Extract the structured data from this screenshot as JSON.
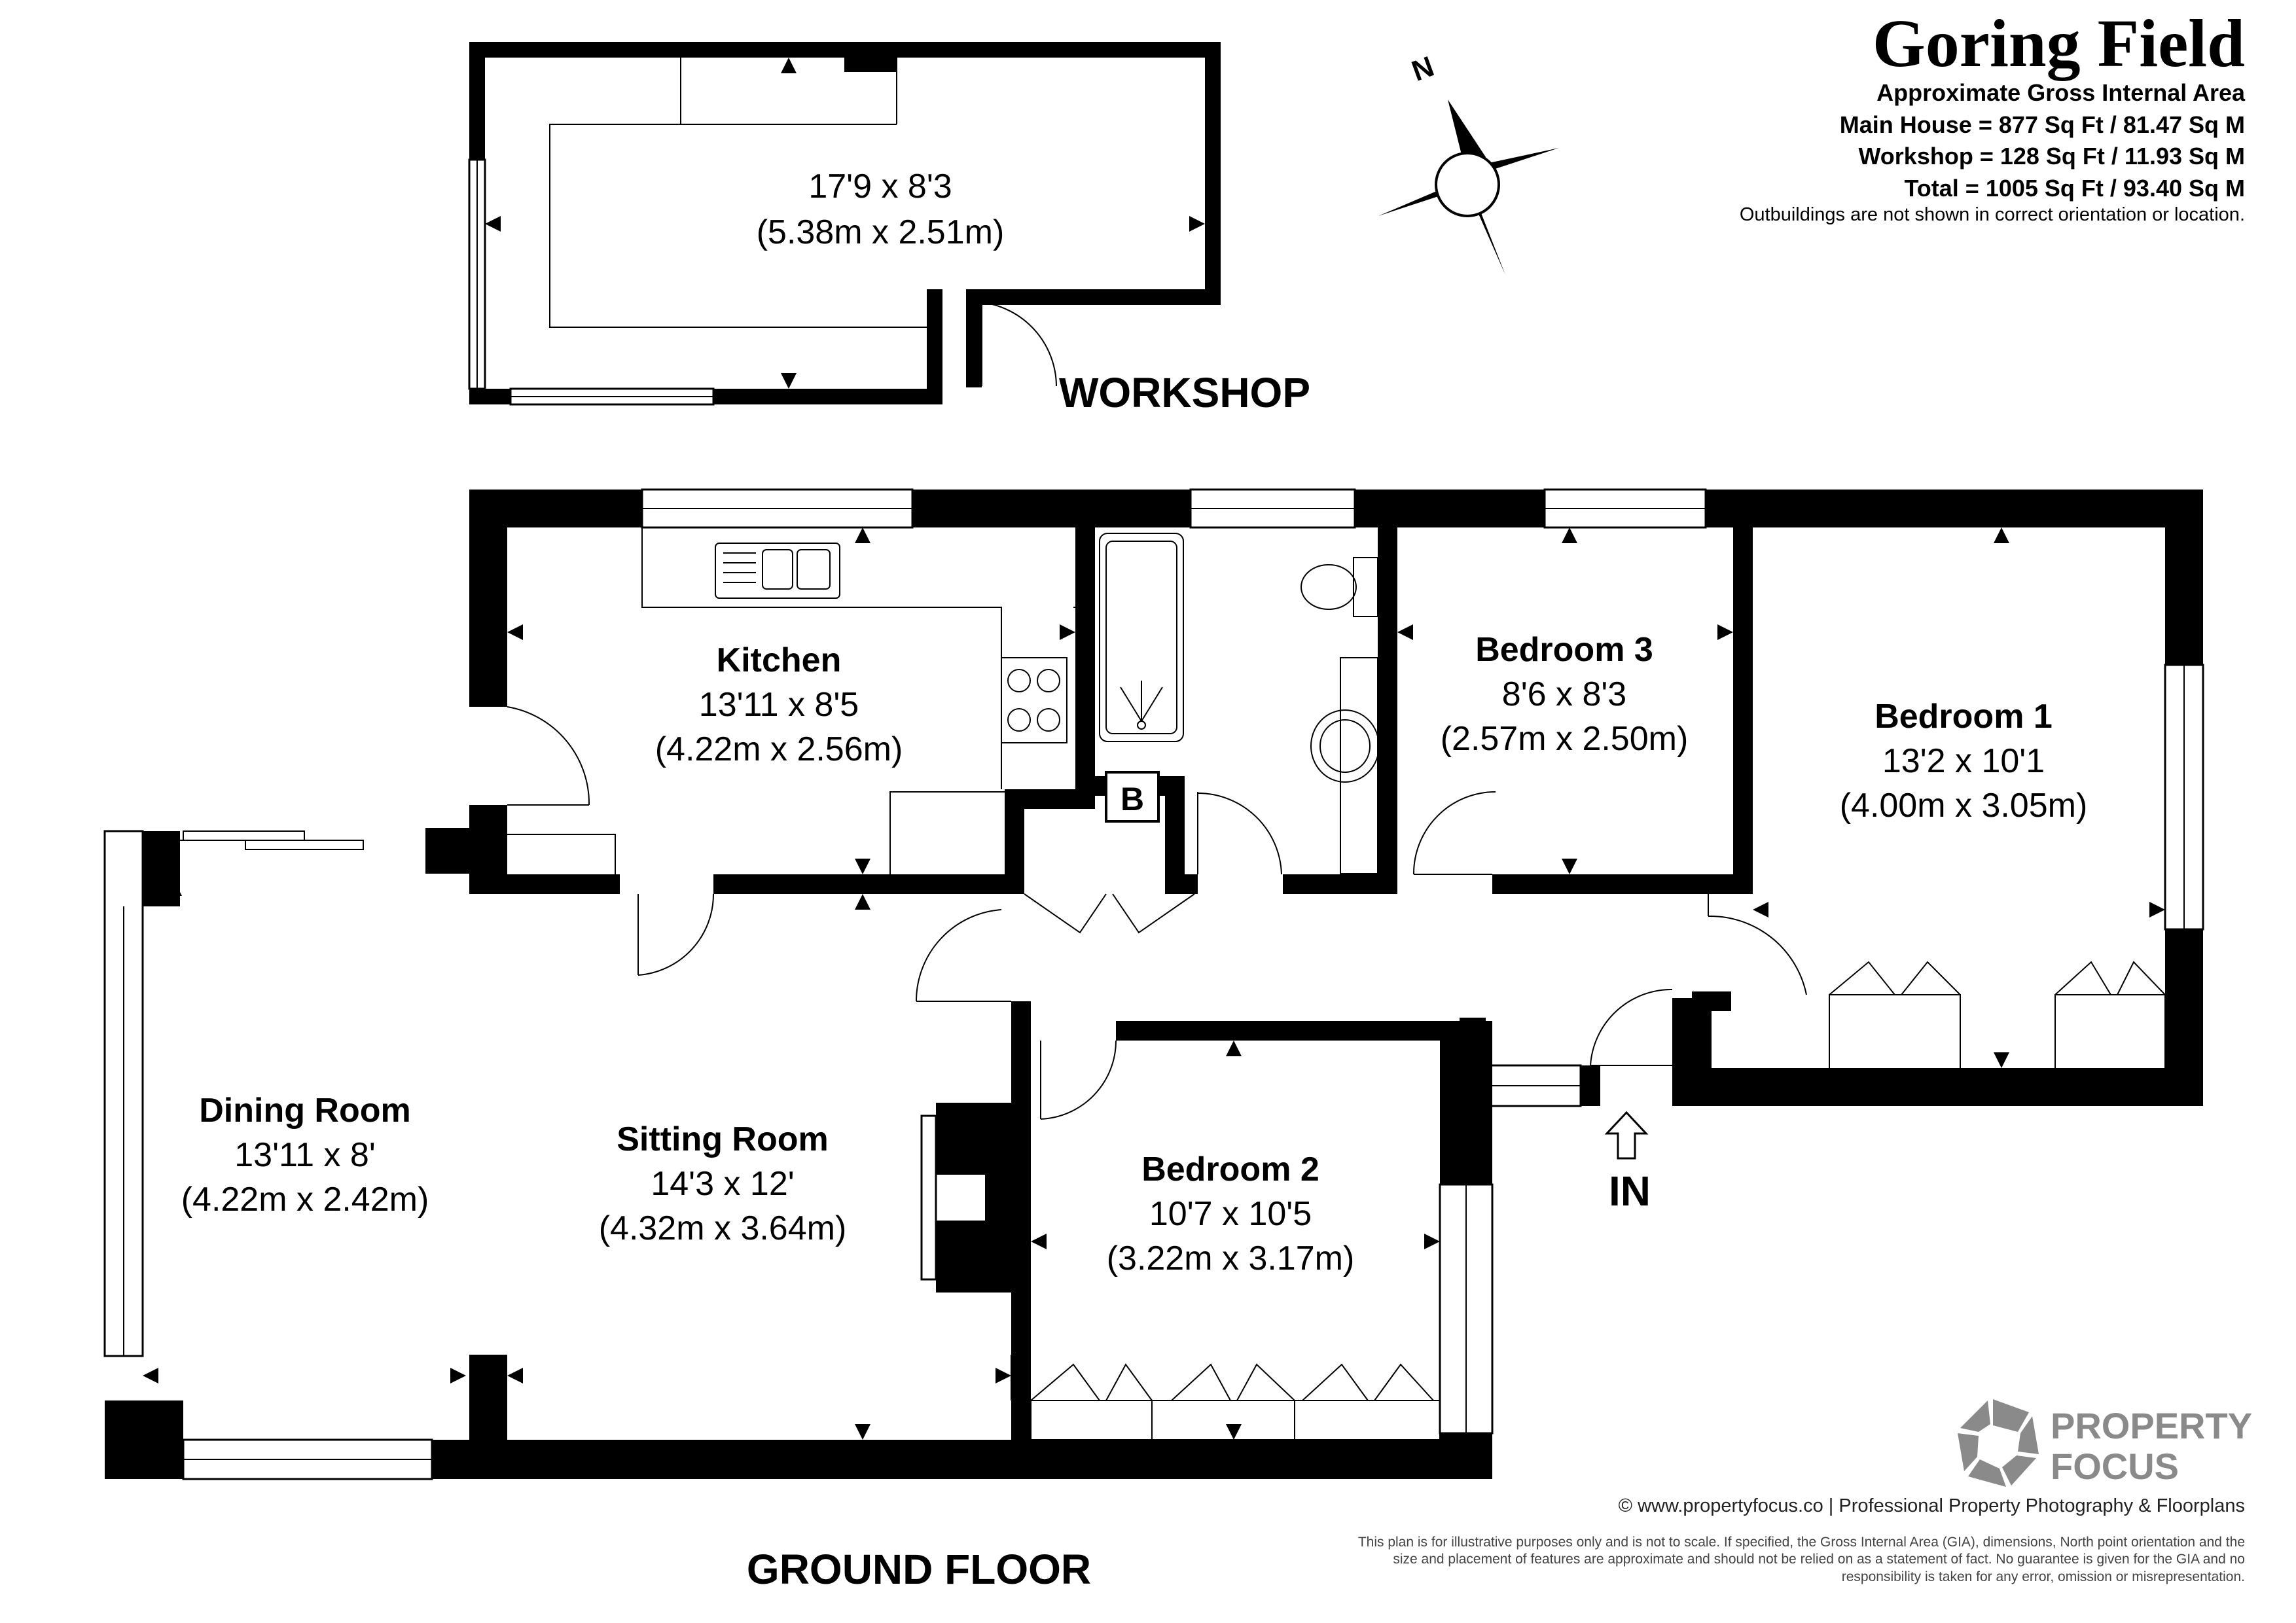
{
  "header": {
    "title": "Goring Field",
    "subtitle": "Approximate Gross Internal Area",
    "areas": [
      "Main House = 877 Sq Ft / 81.47 Sq M",
      "Workshop = 128 Sq Ft / 11.93 Sq M",
      "Total = 1005 Sq Ft / 93.40 Sq M"
    ],
    "note": "Outbuildings are not shown in correct orientation or location."
  },
  "compass": {
    "label": "N"
  },
  "workshop": {
    "label": "WORKSHOP",
    "dim_imperial": "17'9 x 8'3",
    "dim_metric": "(5.38m x 2.51m)"
  },
  "ground_floor": {
    "label": "GROUND FLOOR",
    "entrance_label": "IN",
    "boiler_label": "B",
    "rooms": {
      "kitchen": {
        "name": "Kitchen",
        "dim_imperial": "13'11 x 8'5",
        "dim_metric": "(4.22m x 2.56m)"
      },
      "bedroom3": {
        "name": "Bedroom 3",
        "dim_imperial": "8'6 x 8'3",
        "dim_metric": "(2.57m x 2.50m)"
      },
      "bedroom1": {
        "name": "Bedroom 1",
        "dim_imperial": "13'2 x 10'1",
        "dim_metric": "(4.00m x 3.05m)"
      },
      "dining": {
        "name": "Dining Room",
        "dim_imperial": "13'11 x 8'",
        "dim_metric": "(4.22m x 2.42m)"
      },
      "sitting": {
        "name": "Sitting Room",
        "dim_imperial": "14'3 x 12'",
        "dim_metric": "(4.32m x 3.64m)"
      },
      "bedroom2": {
        "name": "Bedroom 2",
        "dim_imperial": "10'7 x 10'5",
        "dim_metric": "(3.22m x 3.17m)"
      }
    }
  },
  "logo": {
    "line1": "PROPERTY",
    "line2": "FOCUS"
  },
  "footer": {
    "copyright": "© www.propertyfocus.co | Professional Property Photography & Floorplans",
    "disclaimer": "This plan is for illustrative purposes only and is not to scale. If specified, the Gross Internal Area (GIA), dimensions, North point orientation and the size and placement of features are approximate and should not be relied on as a statement of fact. No guarantee is given for the GIA and no responsibility is taken for any error, omission or misrepresentation."
  },
  "colors": {
    "wall": "#000000",
    "logo_grey": "#8a8a8a",
    "fixture": "#555555"
  }
}
